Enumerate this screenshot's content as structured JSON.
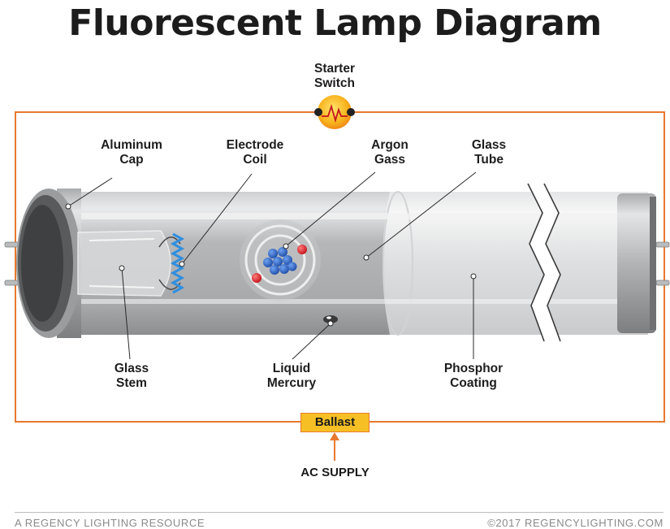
{
  "title": "Fluorescent Lamp Diagram",
  "labels": {
    "starter_switch": [
      "Starter",
      "Switch"
    ],
    "aluminum_cap": [
      "Aluminum",
      "Cap"
    ],
    "electrode_coil": [
      "Electrode",
      "Coil"
    ],
    "argon_gass": [
      "Argon",
      "Gass"
    ],
    "glass_tube": [
      "Glass",
      "Tube"
    ],
    "glass_stem": [
      "Glass",
      "Stem"
    ],
    "liquid_mercury": [
      "Liquid",
      "Mercury"
    ],
    "phosphor_coating": [
      "Phosphor",
      "Coating"
    ]
  },
  "ballast": "Ballast",
  "ac_supply": "AC SUPPLY",
  "footer": {
    "left": "A REGENCY LIGHTING RESOURCE",
    "right": "©2017 REGENCYLIGHTING.COM"
  },
  "colors": {
    "circuit": "#e8792e",
    "ballast_fill": "#f6c024",
    "tube": "#b7b9bb",
    "electrode": "#2f8fe0",
    "atom": "#2d63c4",
    "electron": "#d8222a"
  }
}
